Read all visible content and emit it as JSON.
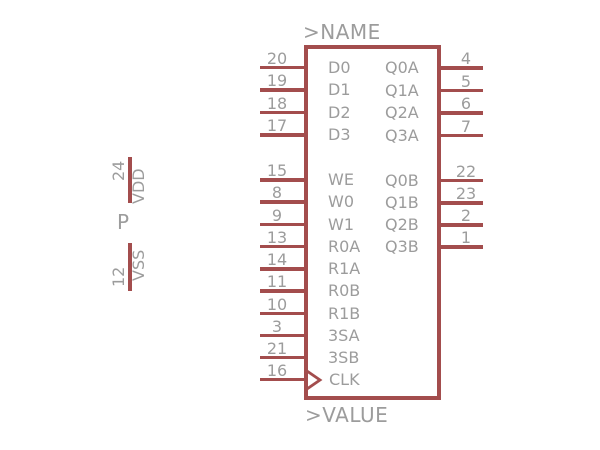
{
  "colors": {
    "outline": "#a34d4d",
    "text": "#9c9c9c",
    "background": "#ffffff"
  },
  "symbol": {
    "name_label": ">NAME",
    "value_label": ">VALUE"
  },
  "pins": {
    "left": [
      {
        "number": "20",
        "name": "D0"
      },
      {
        "number": "19",
        "name": "D1"
      },
      {
        "number": "18",
        "name": "D2"
      },
      {
        "number": "17",
        "name": "D3"
      },
      {
        "number": "15",
        "name": "WE"
      },
      {
        "number": "8",
        "name": "W0"
      },
      {
        "number": "9",
        "name": "W1"
      },
      {
        "number": "13",
        "name": "R0A"
      },
      {
        "number": "14",
        "name": "R1A"
      },
      {
        "number": "11",
        "name": "R0B"
      },
      {
        "number": "10",
        "name": "R1B"
      },
      {
        "number": "3",
        "name": "3SA"
      },
      {
        "number": "21",
        "name": "3SB"
      },
      {
        "number": "16",
        "name": "CLK",
        "clock": true
      }
    ],
    "right": [
      {
        "number": "4",
        "name": "Q0A"
      },
      {
        "number": "5",
        "name": "Q1A"
      },
      {
        "number": "6",
        "name": "Q2A"
      },
      {
        "number": "7",
        "name": "Q3A"
      },
      {
        "number": "22",
        "name": "Q0B"
      },
      {
        "number": "23",
        "name": "Q1B"
      },
      {
        "number": "2",
        "name": "Q2B"
      },
      {
        "number": "1",
        "name": "Q3B"
      }
    ]
  },
  "power_gate": {
    "label": "P",
    "pins": [
      {
        "number": "24",
        "name": "VDD"
      },
      {
        "number": "12",
        "name": "VSS"
      }
    ]
  }
}
